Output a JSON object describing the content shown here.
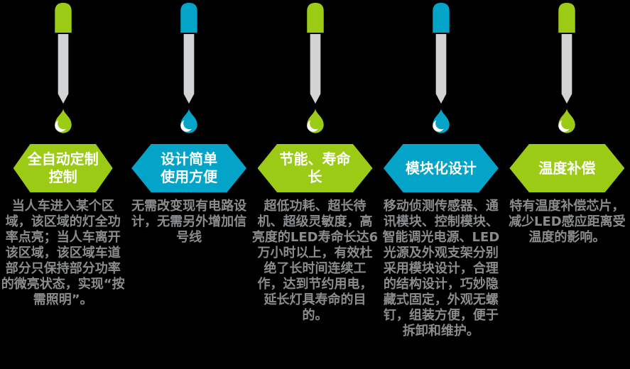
{
  "page": {
    "background": "#000000",
    "green_accent": "#9CCB16",
    "blue_accent": "#04A4C8",
    "stem_color": "#D2D3D4",
    "highlight_color": "#FFFFFF",
    "body_text_color": "#8A8C8E",
    "title_text_color": "#FFFFFF"
  },
  "columns": [
    {
      "id": "auto-custom-control",
      "accent": "#9CCB16",
      "title": "全自动定制控制",
      "title_lines": [
        "全自动定制",
        "控制"
      ],
      "description": "当人车进入某个区域，该区域的灯全功率点亮；当人车离开该区域，该区域车道部分只保持部分功率的微亮状态，实现“按需照明”。"
    },
    {
      "id": "simple-design-easy-use",
      "accent": "#04A4C8",
      "title": "设计简单使用方便",
      "title_lines": [
        "设计简单",
        "使用方便"
      ],
      "description": "无需改变现有电路设计，无需另外增加信号线"
    },
    {
      "id": "energy-saving-long-life",
      "accent": "#9CCB16",
      "title": "节能、寿命长",
      "title_lines": [
        "节能、寿命",
        "长"
      ],
      "description": "超低功耗、超长待机、超级灵敏度，高亮度的LED寿命长达6万小时以上，有效杜绝了长时间连续工作，达到节约用电，延长灯具寿命的目的。"
    },
    {
      "id": "modular-design",
      "accent": "#04A4C8",
      "title": "模块化设计",
      "title_lines": [
        "模块化设计",
        ""
      ],
      "description": "移动侦测传感器、通讯模块、控制模块、智能调光电源、LED光源及外观支架分别采用模块设计，合理的结构设计，巧妙隐藏式固定，外观无螺钉，组装方便，便于拆卸和维护。"
    },
    {
      "id": "temperature-compensation",
      "accent": "#9CCB16",
      "title": "温度补偿",
      "title_lines": [
        "温度补偿",
        ""
      ],
      "description": "特有温度补偿芯片，减少LED感应距离受温度的影响。"
    }
  ]
}
